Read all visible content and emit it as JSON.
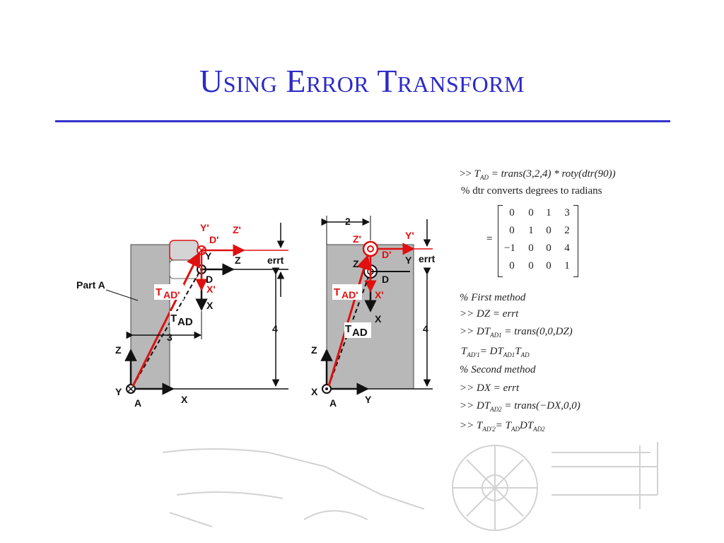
{
  "slide": {
    "title": "Using Error Transform"
  },
  "diagram_left": {
    "part_label": "Part A",
    "frame_a_label": "A",
    "frame_d_label": "D",
    "frame_dp_label": "D'",
    "axis_x": "X",
    "axis_y": "Y",
    "axis_z": "Z",
    "axis_xp": "X'",
    "axis_yp": "Y'",
    "axis_zp": "Z'",
    "t_ad": "AD",
    "t_adp": "AD'",
    "t_letter": "T",
    "dim_horizontal": "3",
    "dim_vertical": "4",
    "errt": "errt"
  },
  "diagram_right": {
    "frame_a_label": "A",
    "frame_d_label": "D",
    "frame_dp_label": "D'",
    "axis_x": "X",
    "axis_y": "Y",
    "axis_z": "Z",
    "axis_xp": "X'",
    "axis_yp": "Y'",
    "axis_zp": "Z'",
    "t_ad": "AD",
    "t_adp": "AD'",
    "t_letter": "T",
    "dim_horizontal": "2",
    "dim_vertical": "4",
    "errt": "errt"
  },
  "equations": {
    "line1_prefix": ">> ",
    "line1_T": "T",
    "line1_sub": "AD",
    "line1_rest": " = trans(3,2,4) * roty(dtr(90))",
    "line2": "% dtr converts degrees to radians",
    "matrix_eq": "=",
    "matrix": [
      [
        "0",
        "0",
        "1",
        "3"
      ],
      [
        "0",
        "1",
        "0",
        "2"
      ],
      [
        "−1",
        "0",
        "0",
        "4"
      ],
      [
        "0",
        "0",
        "0",
        "1"
      ]
    ],
    "first_method": "% First method",
    "dz": ">> DZ = errt",
    "dt1_prefix": ">> DT",
    "dt1_sub": "AD1",
    "dt1_rest": " = trans(0,0,DZ)",
    "tadp1_T": "T",
    "tadp1_sub": "AD'1",
    "tadp1_rest1": "= DT",
    "tadp1_sub2": "AD1",
    "tadp1_rest2": "T",
    "tadp1_sub3": "AD",
    "second_method": "% Second method",
    "dx": ">> DX = errt",
    "dt2_prefix": ">> DT",
    "dt2_sub": "AD2",
    "dt2_rest": " = trans(−DX,0,0)",
    "tadp2_prefix": ">> T",
    "tadp2_sub": "AD'2",
    "tadp2_rest1": "= T",
    "tadp2_sub2": "AD",
    "tadp2_rest2": "DT",
    "tadp2_sub3": "AD2"
  },
  "colors": {
    "title": "#2b2bc8",
    "rule": "#3333cc",
    "part_fill": "#b8b8b8",
    "red": "#e01010",
    "black": "#111111"
  }
}
